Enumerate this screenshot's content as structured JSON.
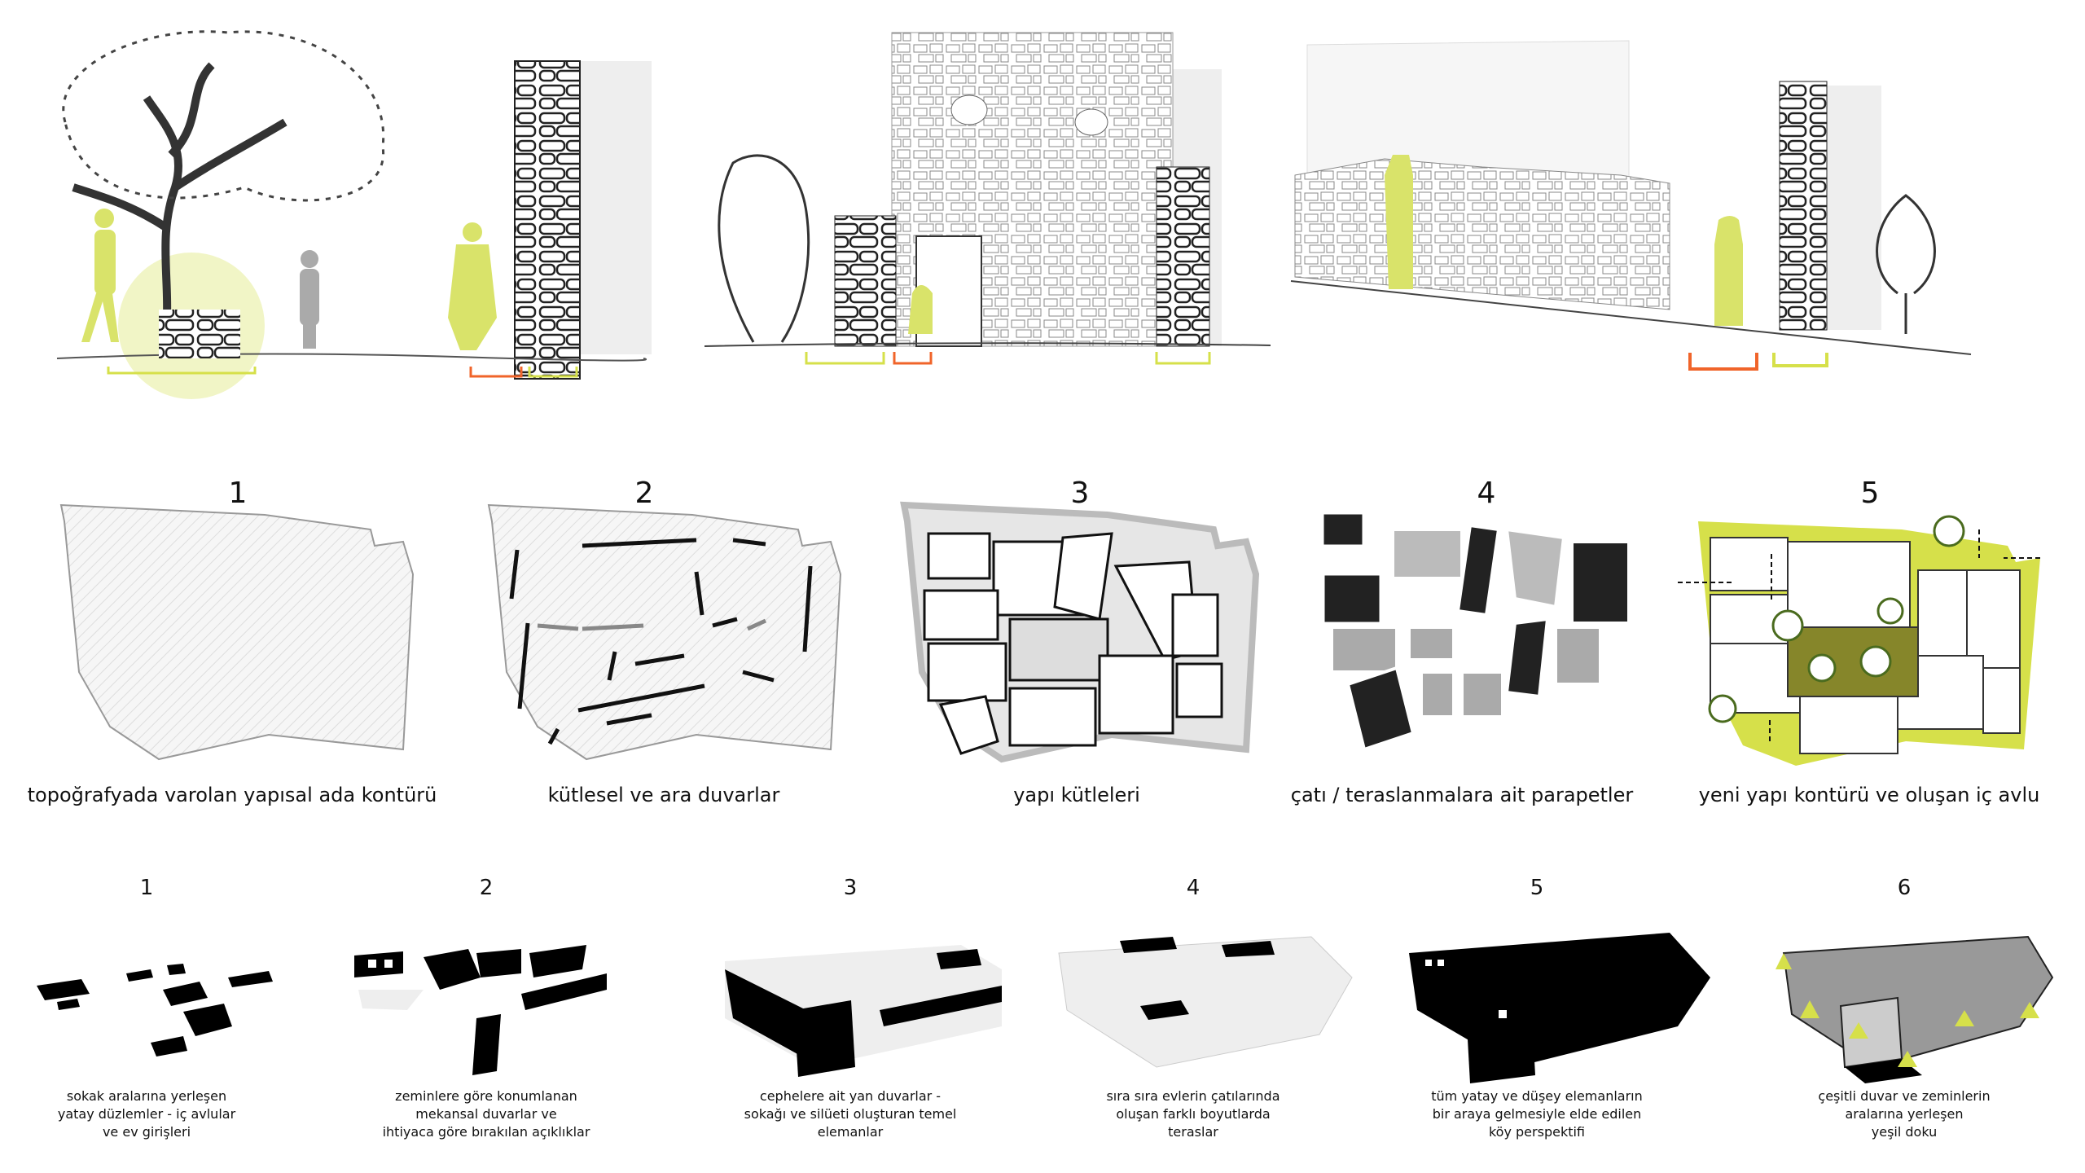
{
  "colors": {
    "accent_yellow": "#d6e04a",
    "accent_orange": "#f0642a",
    "courtyard_olive": "#86862a",
    "wall_gray": "#e8e8e8"
  },
  "plans": [
    {
      "number": "1",
      "caption": "topoğrafyada varolan yapısal ada kontürü"
    },
    {
      "number": "2",
      "caption": "kütlesel ve ara duvarlar"
    },
    {
      "number": "3",
      "caption": "yapı kütleleri"
    },
    {
      "number": "4",
      "caption": "çatı / teraslanmalara ait parapetler"
    },
    {
      "number": "5",
      "caption": "yeni yapı kontürü ve oluşan iç avlu"
    }
  ],
  "axonometrics": [
    {
      "number": "1",
      "lines": [
        "sokak aralarına yerleşen",
        "yatay düzlemler - iç avlular",
        "ve ev girişleri"
      ]
    },
    {
      "number": "2",
      "lines": [
        "zeminlere göre konumlanan",
        "mekansal duvarlar ve",
        "ihtiyaca göre bırakılan açıklıklar"
      ]
    },
    {
      "number": "3",
      "lines": [
        "cephelere ait yan duvarlar -",
        "sokağı ve silüeti oluşturan temel",
        "elemanlar"
      ]
    },
    {
      "number": "4",
      "lines": [
        "sıra sıra evlerin çatılarında",
        "oluşan farklı boyutlarda",
        "teraslar"
      ]
    },
    {
      "number": "5",
      "lines": [
        "tüm yatay ve düşey elemanların",
        "bir araya gelmesiyle elde edilen",
        "köy perspektifi"
      ]
    },
    {
      "number": "6",
      "lines": [
        "çeşitli duvar ve zeminlerin",
        "aralarına yerleşen",
        "yeşil doku"
      ]
    }
  ]
}
